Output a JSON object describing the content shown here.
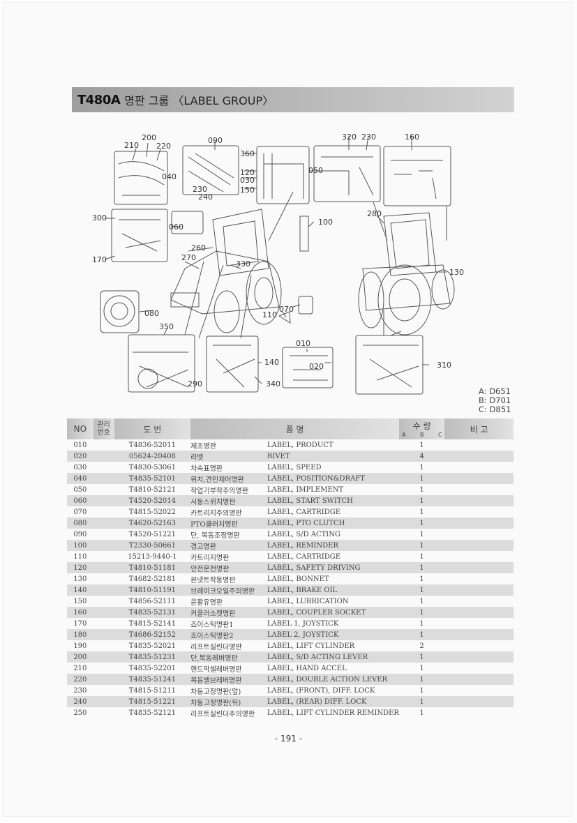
{
  "title": {
    "model": "T480A",
    "rest": "명판 그룹 〈LABEL GROUP〉"
  },
  "callouts": [
    "200",
    "210",
    "220",
    "040",
    "090",
    "360",
    "120",
    "030",
    "150",
    "230",
    "240",
    "320",
    "230",
    "160",
    "050",
    "300",
    "060",
    "100",
    "280",
    "170",
    "260",
    "270",
    "330",
    "130",
    "080",
    "350",
    "110",
    "070",
    "010",
    "140",
    "020",
    "310",
    "290",
    "340"
  ],
  "legend": [
    "A: D651",
    "B: D701",
    "C: D851"
  ],
  "table": {
    "headers": {
      "no": "NO",
      "code": "관리번호",
      "part": "도 번",
      "name": "품 명",
      "qty": "수 량",
      "a": "A",
      "b": "B",
      "c": "C",
      "remark": "비 고"
    },
    "rows": [
      {
        "no": "010",
        "part": "T4836-52011",
        "kor": "제조명판",
        "eng": "LABEL, PRODUCT",
        "b": "1"
      },
      {
        "no": "020",
        "part": "05624-20408",
        "kor": "리벳",
        "eng": "RIVET",
        "b": "4"
      },
      {
        "no": "030",
        "part": "T4830-53061",
        "kor": "차속표명판",
        "eng": "LABEL, SPEED",
        "b": "1"
      },
      {
        "no": "040",
        "part": "T4835-52101",
        "kor": "위치,견인제어명판",
        "eng": "LABEL, POSITION&DRAFT",
        "b": "1"
      },
      {
        "no": "050",
        "part": "T4810-52121",
        "kor": "작업기부착주의명판",
        "eng": "LABEL, IMPLEMENT",
        "b": "1"
      },
      {
        "no": "060",
        "part": "T4520-52014",
        "kor": "시동스위치명판",
        "eng": "LABEL, START SWITCH",
        "b": "1"
      },
      {
        "no": "070",
        "part": "T4815-52022",
        "kor": "카트리지주의명판",
        "eng": "LABEL,  CARTRIDGE",
        "b": "1"
      },
      {
        "no": "080",
        "part": "T4620-52163",
        "kor": "PTO클러치명판",
        "eng": "LABEL, PTO CLUTCH",
        "b": "1"
      },
      {
        "no": "090",
        "part": "T4520-51221",
        "kor": "단, 복동조정명판",
        "eng": "LABEL, S/D ACTING",
        "b": "1"
      },
      {
        "no": "100",
        "part": "T2330-50661",
        "kor": "경고명판",
        "eng": "LABEL, REMINDER",
        "b": "1"
      },
      {
        "no": "110",
        "part": "15213-9440-1",
        "kor": "카트리지명판",
        "eng": "LABEL, CARTRIDGE",
        "b": "1"
      },
      {
        "no": "120",
        "part": "T4810-51181",
        "kor": "안전운전명판",
        "eng": "LABEL, SAFETY DRIVING",
        "b": "1"
      },
      {
        "no": "130",
        "part": "T4682-52181",
        "kor": "본넷트작동명판",
        "eng": "LABEL, BONNET",
        "b": "1"
      },
      {
        "no": "140",
        "part": "T4810-51191",
        "kor": "브레이크오일주의명판",
        "eng": "LABEL, BRAKE OIL",
        "b": "1"
      },
      {
        "no": "150",
        "part": "T4856-52111",
        "kor": "윤활유명판",
        "eng": "LABEL, LUBRICATION",
        "b": "1"
      },
      {
        "no": "160",
        "part": "T4835-52131",
        "kor": "커플러소켓명판",
        "eng": "LABEL, COUPLER SOCKET",
        "b": "1"
      },
      {
        "no": "170",
        "part": "T4815-52141",
        "kor": "죠이스틱명판1",
        "eng": "LABEL 1, JOYSTICK",
        "b": "1"
      },
      {
        "no": "180",
        "part": "T4686-52152",
        "kor": "죠이스틱명판2",
        "eng": "LABEL 2, JOYSTICK",
        "b": "1"
      },
      {
        "no": "190",
        "part": "T4835-52021",
        "kor": "리프트실린더명판",
        "eng": "LABEL, LIFT CYLINDER",
        "b": "2"
      },
      {
        "no": "200",
        "part": "T4835-51231",
        "kor": "단,복동레버명판",
        "eng": "LABEL, S/D ACTING LEVER",
        "b": "1"
      },
      {
        "no": "210",
        "part": "T4835-52201",
        "kor": "핸드악셀레버명판",
        "eng": "LABEL, HAND ACCEL",
        "b": "1"
      },
      {
        "no": "220",
        "part": "T4835-51241",
        "kor": "복동밸브레버명판",
        "eng": "LABEL, DOUBLE ACTION LEVER",
        "b": "1"
      },
      {
        "no": "230",
        "part": "T4815-51211",
        "kor": "차동고정명판(앞)",
        "eng": "LABEL, (FRONT), DIFF. LOCK",
        "b": "1"
      },
      {
        "no": "240",
        "part": "T4815-51221",
        "kor": "차동고정명판(뒤)",
        "eng": "LABEL, (REAR) DIFF. LOCK",
        "b": "1"
      },
      {
        "no": "250",
        "part": "T4835-52121",
        "kor": "리프트실린더주의명판",
        "eng": "LABEL, LIFT CYLINDER REMINDER",
        "b": "1"
      }
    ]
  },
  "page_number": "- 191 -"
}
